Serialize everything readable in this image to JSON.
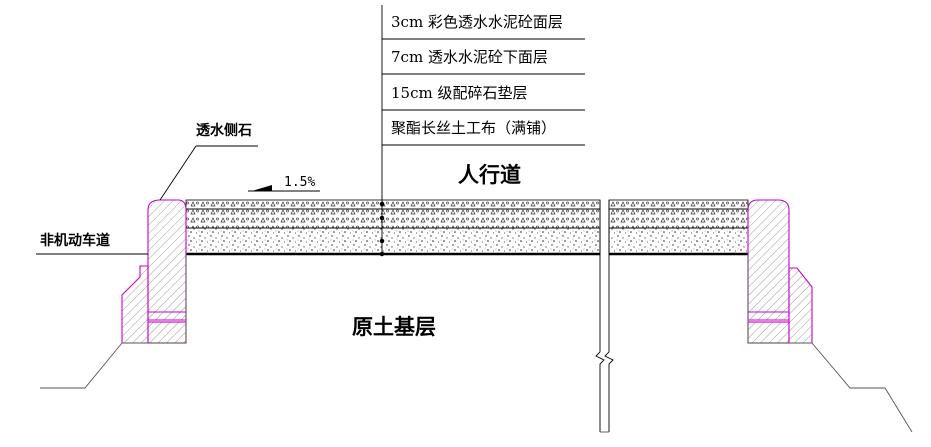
{
  "layers": [
    {
      "text": "3cm 彩色透水水泥砼面层"
    },
    {
      "text": "7cm 透水水泥砼下面层"
    },
    {
      "text": "15cm 级配碎石垫层"
    },
    {
      "text": "聚酯长丝土工布（满铺）"
    }
  ],
  "labels": {
    "curb": "透水侧石",
    "bike_lane": "非机动车道",
    "sidewalk": "人行道",
    "subgrade": "原土基层",
    "slope": "1.5%"
  },
  "colors": {
    "curb_outline": "#cc00cc",
    "line": "#000000"
  }
}
